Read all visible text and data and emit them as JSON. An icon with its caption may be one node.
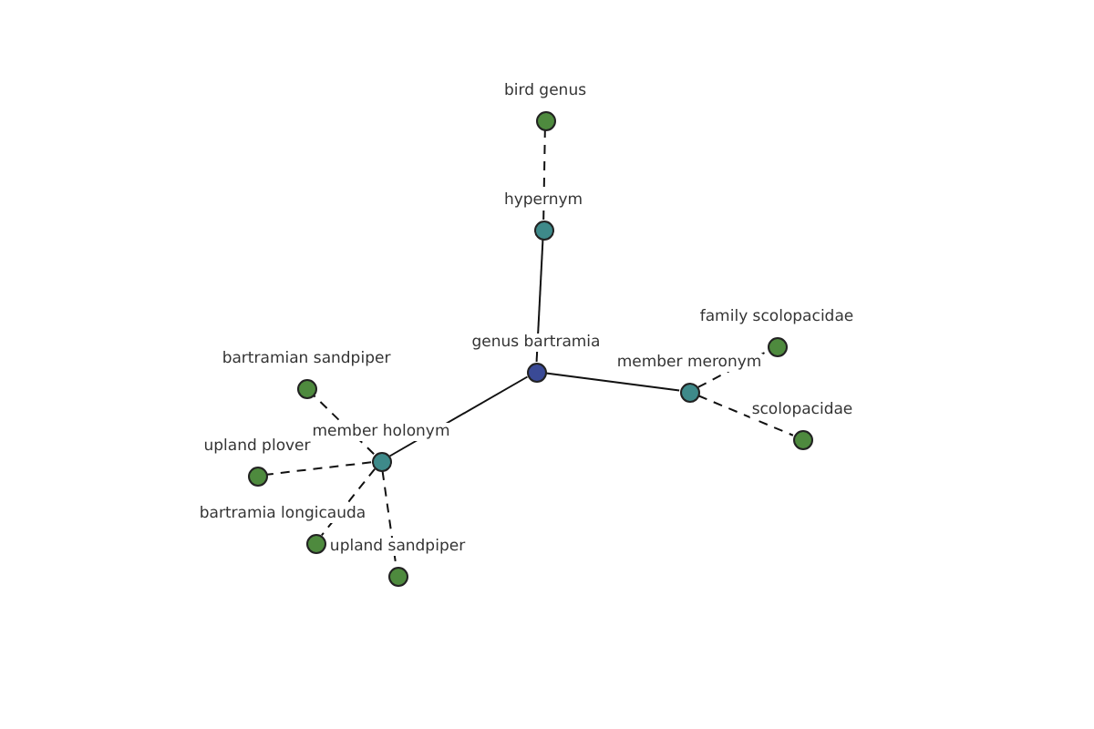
{
  "diagram": {
    "nodes": [
      {
        "text": [
          "bird genus"
        ]
      },
      {
        "text": [
          "hypernym"
        ]
      },
      {
        "text": [
          "genus bartramia"
        ]
      },
      {
        "text": [
          "family scolopacidae"
        ]
      },
      {
        "text": [
          "member meronym"
        ]
      },
      {
        "text": [
          "scolopacidae"
        ]
      },
      {
        "text": [
          "bartramian sandpiper"
        ]
      },
      {
        "text": [
          "member holonym"
        ]
      },
      {
        "text": [
          "upland plover"
        ]
      },
      {
        "text": [
          "bartramia longicauda"
        ]
      },
      {
        "text": [
          "upland sandpiper"
        ]
      }
    ],
    "edges": [
      {
        "from": 1,
        "to": 0,
        "arrow": "none",
        "style": "dashed"
      },
      {
        "from": 2,
        "to": 1,
        "arrow": "none"
      },
      {
        "from": 2,
        "to": 4,
        "arrow": "none"
      },
      {
        "from": 2,
        "to": 7,
        "arrow": "none"
      },
      {
        "from": 4,
        "to": 3,
        "arrow": "none",
        "style": "dashed"
      },
      {
        "from": 4,
        "to": 5,
        "arrow": "none",
        "style": "dashed"
      },
      {
        "from": 7,
        "to": 6,
        "arrow": "none",
        "style": "dashed"
      },
      {
        "from": 7,
        "to": 8,
        "arrow": "none",
        "style": "dashed"
      },
      {
        "from": 7,
        "to": 9,
        "arrow": "none",
        "style": "dashed"
      },
      {
        "from": 7,
        "to": 10,
        "arrow": "none",
        "style": "dashed"
      }
    ]
  }
}
